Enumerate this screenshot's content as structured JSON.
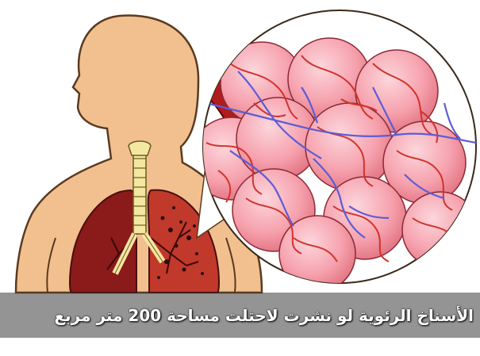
{
  "caption": {
    "text": "الأسناخ الرئوية لو نشرت لاحتلت مساحة 200 متر مربع"
  },
  "colors": {
    "skin": "#f2c08e",
    "skin_outline": "#5a3a20",
    "lung_dark": "#8b1a1a",
    "lung_light": "#c0392b",
    "trachea": "#f4e7a1",
    "alveolus": "#f6a2ae",
    "capillary_red": "#d2332c",
    "capillary_blue": "#5d5cd6",
    "caption_band": "#3c3c3c"
  },
  "icons": [
    "human-torso",
    "lungs",
    "trachea",
    "alveoli-magnified"
  ]
}
